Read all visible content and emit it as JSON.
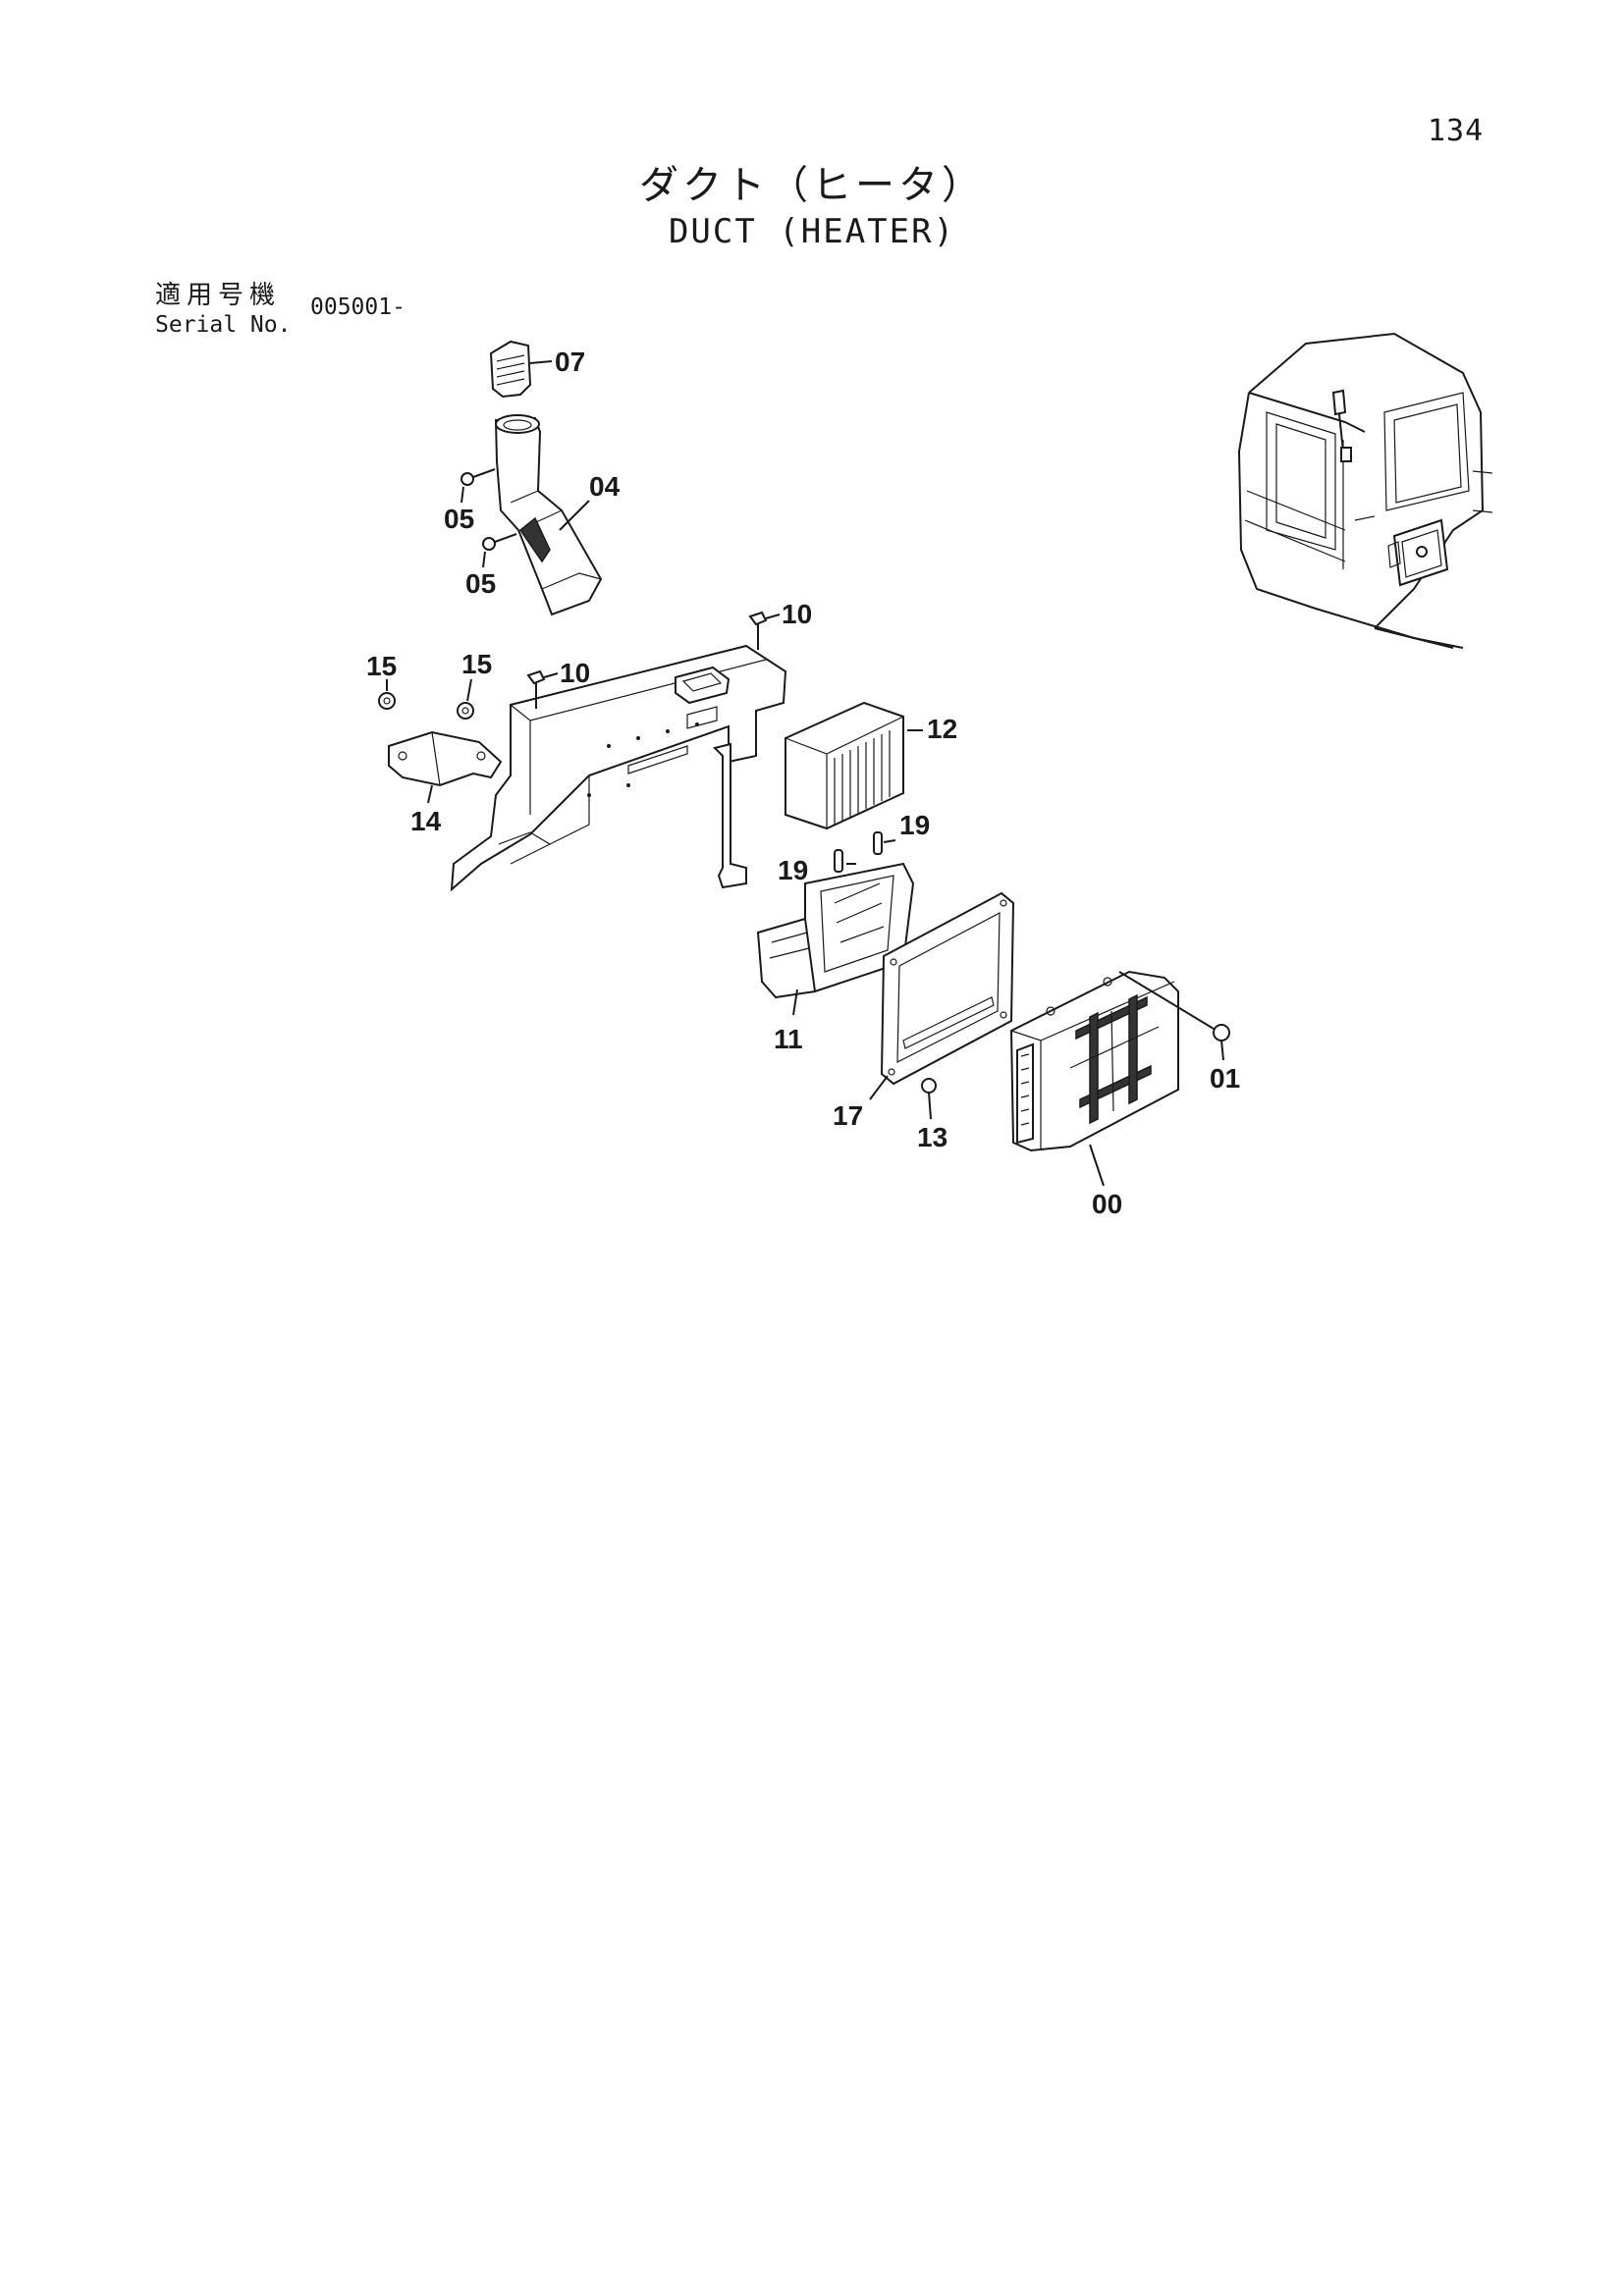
{
  "page_number": "134",
  "title_jp": "ダクト（ヒータ）",
  "title_en": "DUCT (HEATER)",
  "serial": {
    "label_jp": "適用号機",
    "label_en": "Serial No.",
    "value": "005001-"
  },
  "callouts": {
    "p07": "07",
    "p04": "04",
    "p05a": "05",
    "p05b": "05",
    "p10a": "10",
    "p10b": "10",
    "p15a": "15",
    "p15b": "15",
    "p14": "14",
    "p12": "12",
    "p19a": "19",
    "p19b": "19",
    "p11": "11",
    "p17": "17",
    "p13": "13",
    "p01": "01",
    "p00": "00"
  }
}
